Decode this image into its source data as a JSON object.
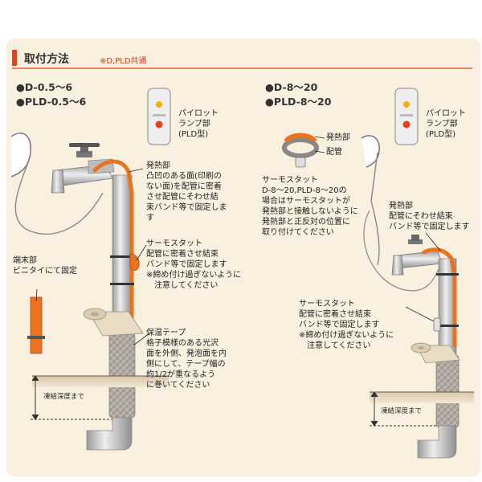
{
  "header": {
    "title": "取付方法",
    "subtitle": "※D,PLD共通"
  },
  "colors": {
    "accent": "#e2431e",
    "panel_bg": "#faf0e0",
    "heater": "#e9731f",
    "pipe": "#c9c9c9"
  },
  "left": {
    "model_1": "●D-0.5～6",
    "model_2": "●PLD-0.5～6",
    "pilot_label": "パイロット\nランプ部\n(PLD型)",
    "heater_label": "発熱部\n凸凹のある面(印刷の\nない面)を配管に密着\nさせ配管にそわせ結\n束バンド等で固定しま\nす",
    "terminal_label": "端末部\nビニタイにて固定",
    "thermostat_label": "サーモスタット\n配管に密着させ結束\nバンド等で固定します\n※締め付け過ぎないように\n　注意してください",
    "insulation_label": "保温テープ\n格子模様のある光沢\n面を外側、発泡面を内\n側にして、テープ幅の\n約1/2が重なるよう\nに巻いてください",
    "depth_label": "凍結深度まで"
  },
  "right": {
    "model_1": "●D-8～20",
    "model_2": "●PLD-8～20",
    "pilot_label": "パイロット\nランプ部\n(PLD型)",
    "heater_small_label": "発熱部",
    "pipe_small_label": "配管",
    "thermostat_note": "サーモスタット\nD-8～20,PLD-8～20の\n場合はサーモスタットが\n発熱部と接触しないように\n発熱部と正反対の位置に\n取り付けてください",
    "heater_label": "発熱部\n配管にそわせ結束\nバンド等で固定します",
    "thermostat_label": "サーモスタット\n配管に密着させ結束\nバンド等で固定します\n※締め付け過ぎないように\n　注意してください",
    "depth_label": "凍結深度まで"
  }
}
